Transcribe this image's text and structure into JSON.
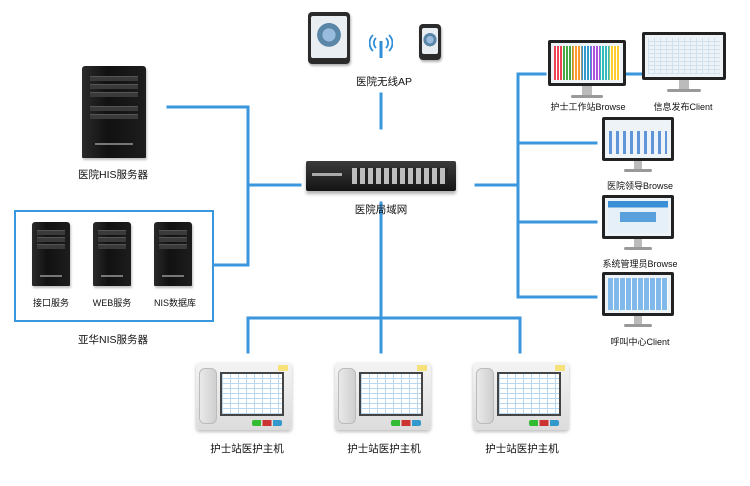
{
  "labels": {
    "wireless_ap": "医院无线AP",
    "his_server": "医院HIS服务器",
    "lan": "医院局域网",
    "interface_service": "接口服务",
    "web_service": "WEB服务",
    "nis_database": "NIS数据库",
    "yahua_nis_servers": "亚华NIS服务器",
    "nurse_workstation": "护士工作站Browse",
    "info_publish": "信息发布Client",
    "hospital_leader": "医院领导Browse",
    "system_admin": "系统管理员Browse",
    "call_center": "呼叫中心Client",
    "nurse_host_1": "护士站医护主机",
    "nurse_host_2": "护士站医护主机",
    "nurse_host_3": "护士站医护主机"
  },
  "colors": {
    "link": "#3a96dd",
    "group_border": "#3a96dd"
  },
  "icons": {
    "server": "tower-server-icon",
    "switch": "network-switch-icon",
    "tablet": "tablet-icon",
    "wifi": "wifi-antenna-icon",
    "monitor": "monitor-icon",
    "terminal": "nurse-station-terminal-icon"
  }
}
